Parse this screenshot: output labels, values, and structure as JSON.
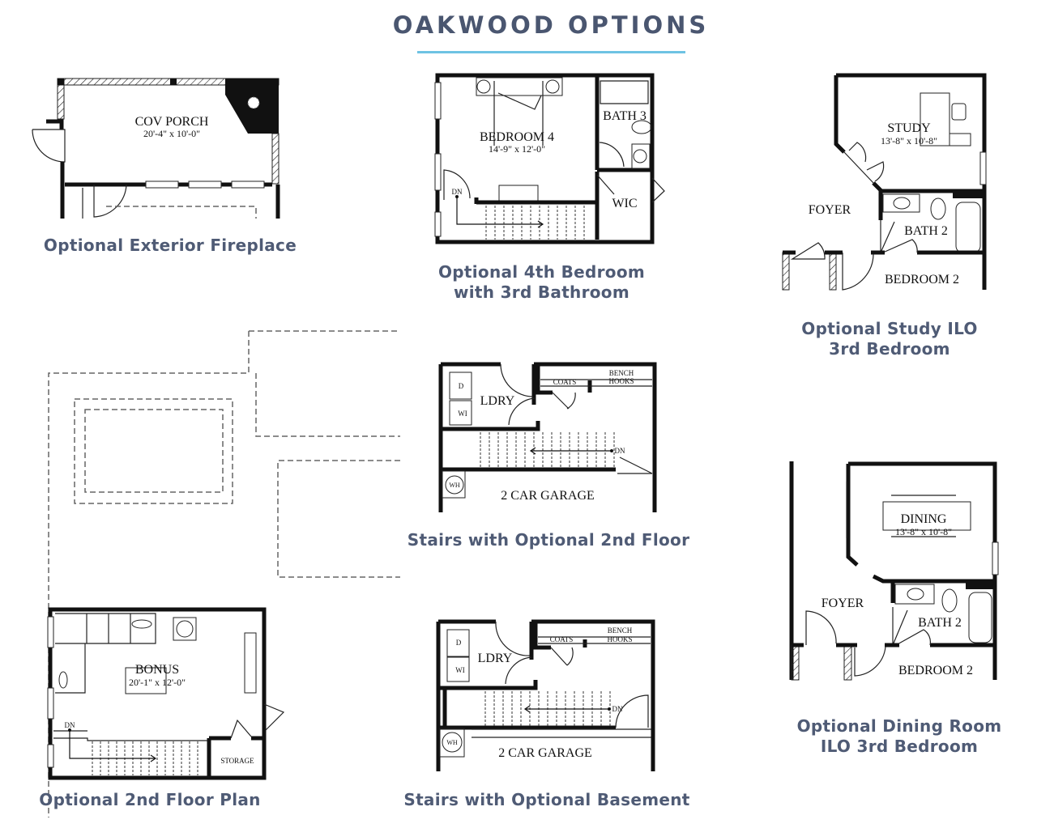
{
  "header": {
    "title": "OAKWOOD  OPTIONS",
    "accent_color": "#6ec3e3",
    "text_color": "#4a5670"
  },
  "plans": {
    "exterior_fireplace": {
      "caption": "Optional Exterior Fireplace",
      "rooms": [
        {
          "name": "COV PORCH",
          "size": "20'-4\" x 10'-0\""
        }
      ]
    },
    "fourth_bedroom": {
      "caption_line1": "Optional 4th Bedroom",
      "caption_line2": "with 3rd Bathroom",
      "rooms": [
        {
          "name": "BEDROOM 4",
          "size": "14'-9\" x 12'-0\""
        },
        {
          "name": "BATH 3"
        },
        {
          "name": "WIC"
        },
        {
          "name": "DN"
        }
      ]
    },
    "study": {
      "caption_line1": "Optional Study ILO",
      "caption_line2": "3rd Bedroom",
      "rooms": [
        {
          "name": "STUDY",
          "size": "13'-8\" x 10'-8\""
        },
        {
          "name": "FOYER"
        },
        {
          "name": "BATH 2"
        },
        {
          "name": "BEDROOM 2"
        }
      ]
    },
    "stairs_2nd_floor": {
      "caption": "Stairs with Optional 2nd Floor",
      "rooms": [
        {
          "name": "LDRY"
        },
        {
          "name": "D"
        },
        {
          "name": "WI"
        },
        {
          "name": "COATS"
        },
        {
          "name": "BENCH"
        },
        {
          "name": "HOOKS"
        },
        {
          "name": "DN"
        },
        {
          "name": "WH"
        },
        {
          "name": "2 CAR GARAGE"
        }
      ]
    },
    "stairs_basement": {
      "caption": "Stairs with Optional Basement",
      "rooms": [
        {
          "name": "LDRY"
        },
        {
          "name": "D"
        },
        {
          "name": "WI"
        },
        {
          "name": "COATS"
        },
        {
          "name": "BENCH"
        },
        {
          "name": "HOOKS"
        },
        {
          "name": "DN"
        },
        {
          "name": "WH"
        },
        {
          "name": "2 CAR GARAGE"
        }
      ]
    },
    "second_floor": {
      "caption": "Optional 2nd Floor Plan",
      "rooms": [
        {
          "name": "BONUS",
          "size": "20'-1\" x 12'-0\""
        },
        {
          "name": "DN"
        },
        {
          "name": "STORAGE"
        }
      ]
    },
    "dining": {
      "caption_line1": "Optional Dining Room",
      "caption_line2": "ILO 3rd Bedroom",
      "rooms": [
        {
          "name": "DINING",
          "size": "13'-8\" x 10'-8\""
        },
        {
          "name": "FOYER"
        },
        {
          "name": "BATH 2"
        },
        {
          "name": "BEDROOM 2"
        }
      ]
    }
  }
}
